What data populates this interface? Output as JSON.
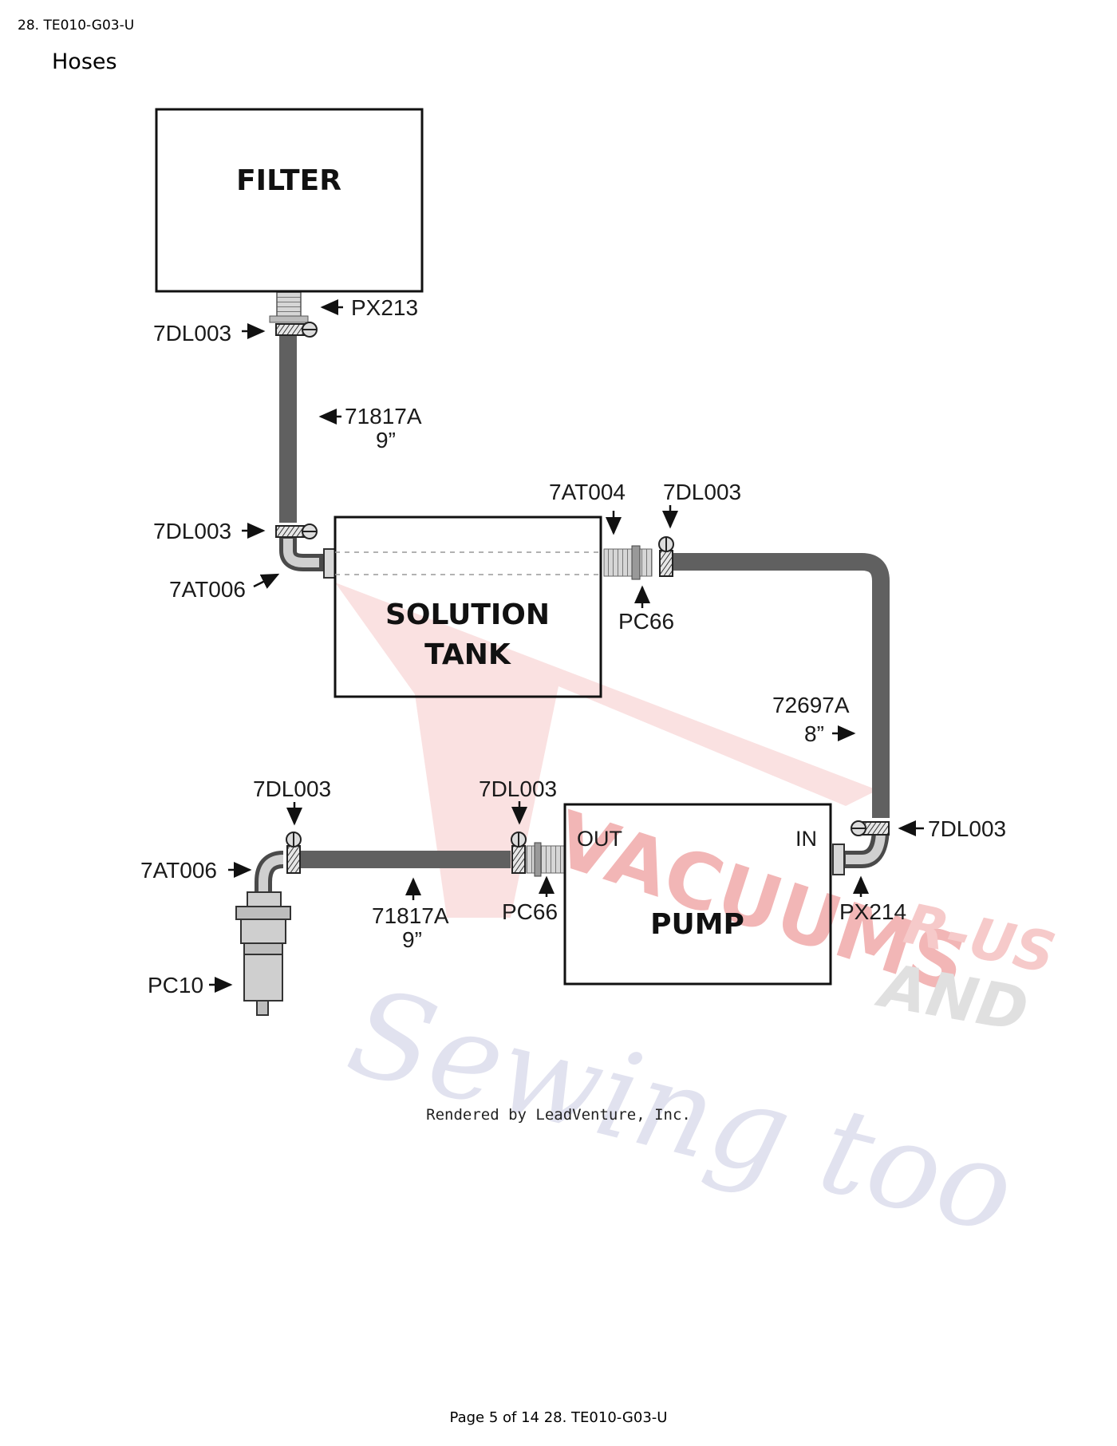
{
  "header": {
    "doc_id": "28. TE010-G03-U",
    "section_title": "Hoses"
  },
  "diagram": {
    "boxes": {
      "filter": "FILTER",
      "solution_tank_line1": "SOLUTION",
      "solution_tank_line2": "TANK",
      "pump": "PUMP"
    },
    "ports": {
      "out": "OUT",
      "in": "IN"
    },
    "labels": {
      "px213": "PX213",
      "clamp_filter": "7DL003",
      "hose_top": "71817A",
      "hose_top_len": "9”",
      "clamp_tank_left": "7DL003",
      "elbow_tank": "7AT006",
      "fitting_tank_right": "7AT004",
      "clamp_tank_right": "7DL003",
      "pc66_tank": "PC66",
      "hose_right": "72697A",
      "hose_right_len": "8”",
      "clamp_pump_in": "7DL003",
      "px214": "PX214",
      "clamp_left_elbow": "7DL003",
      "elbow_left": "7AT006",
      "clamp_pump_out": "7DL003",
      "hose_bottom": "71817A",
      "hose_bottom_len": "9”",
      "pc66_pump": "PC66",
      "pc10": "PC10"
    },
    "watermark": {
      "line1": "VACUUMS",
      "line2": "R-US",
      "line3": "AND",
      "line4": "Sewing too"
    },
    "credit": "Rendered by LeadVenture, Inc."
  },
  "footer": {
    "text": "Page 5 of 14 28. TE010-G03-U"
  }
}
